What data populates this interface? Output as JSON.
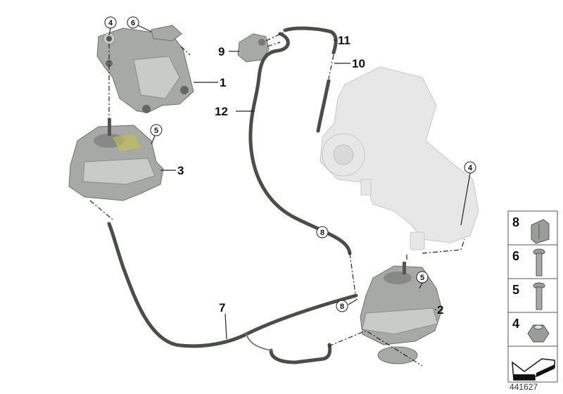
{
  "callouts": {
    "bracket_top_circle_4": "4",
    "bracket_top_circle_6": "6",
    "engine_bracket": "1",
    "mount_left_circle_5": "5",
    "engine_mount_left": "3",
    "valve": "9",
    "hose_11": "11",
    "connector_10": "10",
    "hose_12": "12",
    "engine_circle_4": "4",
    "hose_circle_8_upper": "8",
    "mount_right_circle_5": "5",
    "engine_mount_right": "2",
    "hose_circle_8_lower": "8",
    "vacuum_line": "7"
  },
  "legend": {
    "items": [
      {
        "number": "8",
        "icon": "clip-icon"
      },
      {
        "number": "6",
        "icon": "bolt-icon"
      },
      {
        "number": "5",
        "icon": "bolt-icon"
      },
      {
        "number": "4",
        "icon": "hex-nut-icon"
      }
    ],
    "last_icon": "arrow-icon"
  },
  "drawing_number": "441627",
  "colors": {
    "part": "#a6a9a6",
    "hose": "#4a4d4a",
    "faded_engine": "#e6e7e6"
  }
}
